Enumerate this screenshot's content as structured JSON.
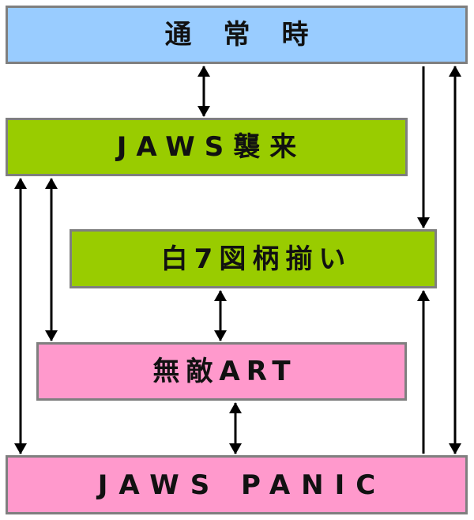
{
  "colors": {
    "blue": "#99ccff",
    "green": "#99cc00",
    "pink": "#ff99cc",
    "border": "#7f7f7f",
    "arrow": "#000000"
  },
  "states": [
    {
      "id": "normal",
      "label": "通常時",
      "color": "#99ccff"
    },
    {
      "id": "jaws_raid",
      "label": "JAWS襲来",
      "color": "#99cc00"
    },
    {
      "id": "white7",
      "label": "白7図柄揃い",
      "color": "#99cc00"
    },
    {
      "id": "muteki_art",
      "label": "無敵ART",
      "color": "#ff99cc"
    },
    {
      "id": "jaws_panic",
      "label": "JAWS PANIC",
      "color": "#ff99cc"
    }
  ],
  "transitions": [
    {
      "from": "normal",
      "to": "jaws_raid",
      "direction": "both"
    },
    {
      "from": "normal",
      "to": "white7",
      "direction": "one-way"
    },
    {
      "from": "normal",
      "to": "jaws_panic",
      "direction": "both"
    },
    {
      "from": "jaws_raid",
      "to": "jaws_panic",
      "direction": "both"
    },
    {
      "from": "jaws_raid",
      "to": "muteki_art",
      "direction": "both"
    },
    {
      "from": "white7",
      "to": "muteki_art",
      "direction": "both"
    },
    {
      "from": "muteki_art",
      "to": "jaws_panic",
      "direction": "both"
    },
    {
      "from": "jaws_panic",
      "to": "white7",
      "direction": "one-way"
    }
  ]
}
